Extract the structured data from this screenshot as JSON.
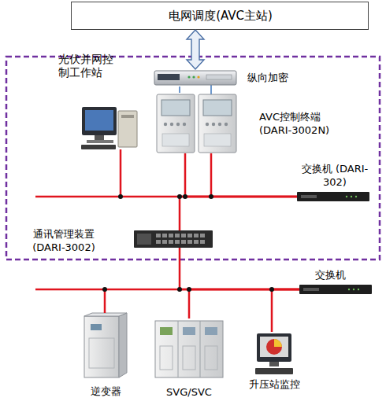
{
  "diagram": {
    "nodes": [
      {
        "text": [
          "电网调度(AVC主站)"
        ]
      },
      {
        "text": [
          "纵向加密"
        ]
      },
      {
        "text": [
          "光伏并网控制工作站"
        ]
      },
      {
        "text": [
          "AVC控制终端 (DARI-3002N)"
        ]
      },
      {
        "text": [
          "交换机 (DARI-302)"
        ]
      },
      {
        "text": [
          "通讯管理装置 (DARI-3002)"
        ]
      },
      {
        "text": [
          "交换机"
        ]
      },
      {
        "text": [
          "逆变器"
        ]
      },
      {
        "text": [
          "SVG/SVC"
        ]
      },
      {
        "text": [
          "升压站监控"
        ]
      }
    ],
    "edges": [
      {
        "from": 0,
        "to": 1,
        "arrow": "both"
      },
      {
        "from": 1,
        "to": 3,
        "arrow": "none"
      },
      {
        "from": 2,
        "to": 4,
        "arrow": "none"
      },
      {
        "from": 3,
        "to": 4,
        "arrow": "none"
      },
      {
        "from": 5,
        "to": 4,
        "arrow": "none"
      },
      {
        "from": 5,
        "to": 6,
        "arrow": "none"
      },
      {
        "from": 7,
        "to": 6,
        "arrow": "none"
      },
      {
        "from": 8,
        "to": 6,
        "arrow": "none"
      },
      {
        "from": 9,
        "to": 6,
        "arrow": "none"
      }
    ]
  }
}
